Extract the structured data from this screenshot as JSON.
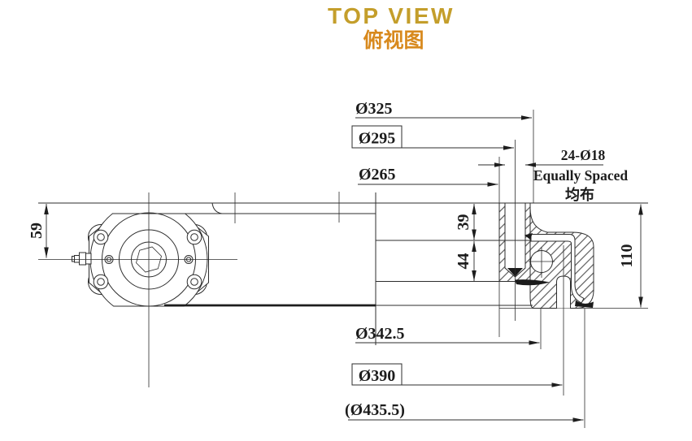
{
  "title": {
    "en": "TOP VIEW",
    "zh": "俯视图"
  },
  "colors": {
    "title_en": "#c49e2b",
    "title_zh": "#d8891d",
    "line": "#2d2d2d"
  },
  "dimensions": {
    "dia325": "Ø325",
    "dia295": "Ø295",
    "dia265": "Ø265",
    "dia342_5": "Ø342.5",
    "dia390": "Ø390",
    "dia435_5": "(Ø435.5)",
    "width59": "59",
    "height39": "39",
    "height44": "44",
    "height110": "110",
    "bolt_pattern": "24-Ø18",
    "bolt_note_en": "Equally Spaced",
    "bolt_note_zh": "均布"
  }
}
